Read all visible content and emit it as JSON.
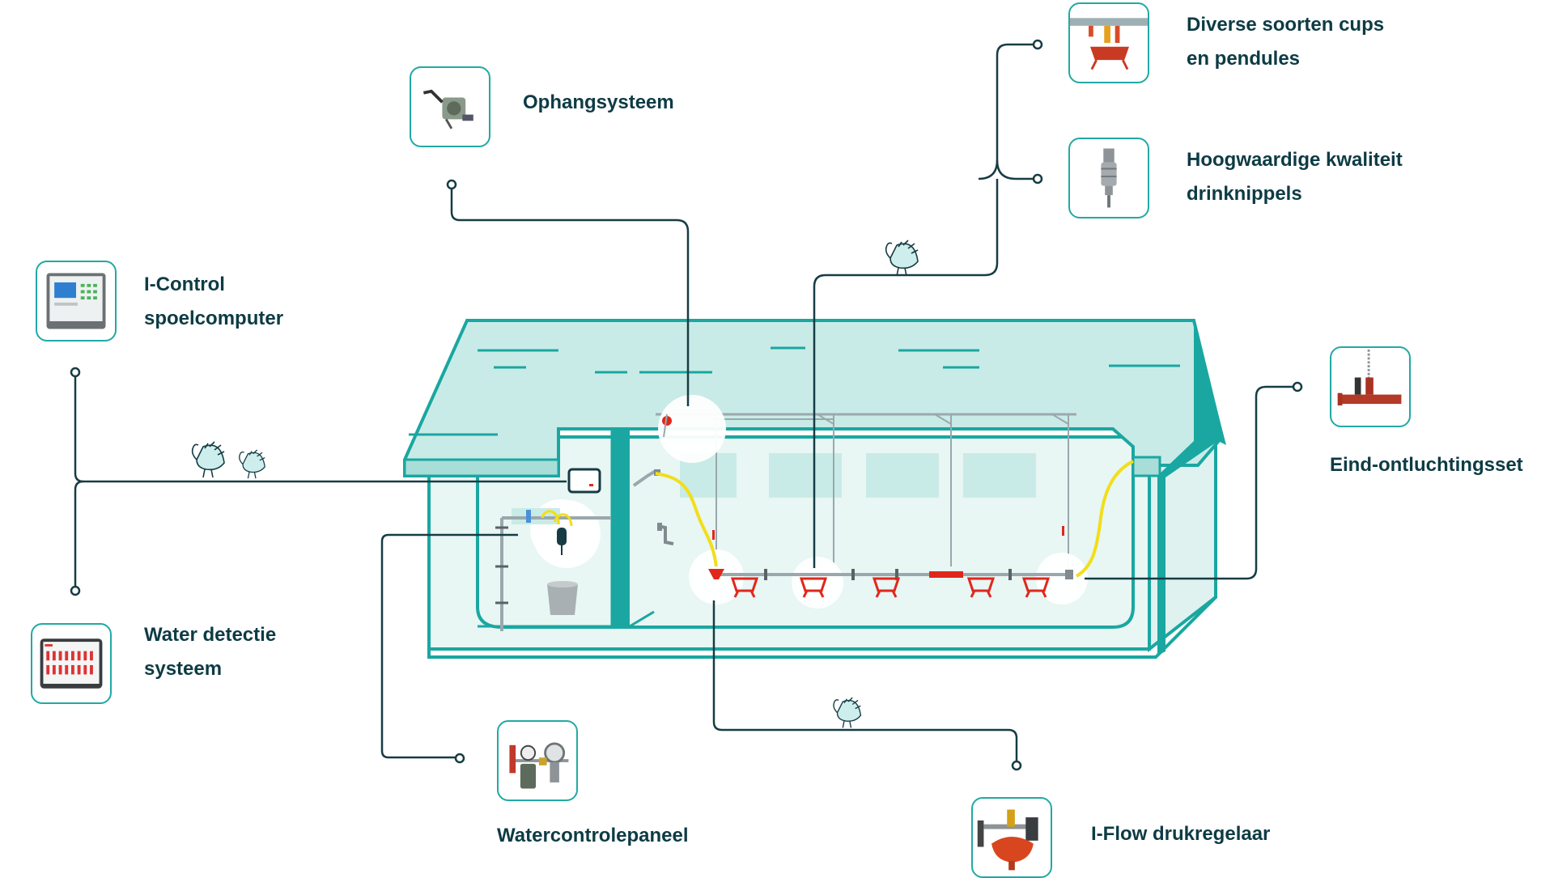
{
  "colors": {
    "teal": "#1aa7a1",
    "teal_light": "#dff2f0",
    "line": "#163c44",
    "text": "#0d3b44",
    "red": "#e0271c",
    "yellow": "#f2de1a"
  },
  "components": [
    {
      "id": "ophangsysteem",
      "label_lines": [
        "Ophangsysteem"
      ],
      "icon": "winch-icon"
    },
    {
      "id": "cups",
      "label_lines": [
        "Diverse soorten cups",
        "en pendules"
      ],
      "icon": "cups-icon"
    },
    {
      "id": "nippels",
      "label_lines": [
        "Hoogwaardige kwaliteit",
        "drinknippels"
      ],
      "icon": "nipple-icon"
    },
    {
      "id": "icontrol",
      "label_lines": [
        "I-Control",
        "spoelcomputer"
      ],
      "icon": "controller-icon"
    },
    {
      "id": "ontluchting",
      "label_lines": [
        "Eind-ontluchtingsset"
      ],
      "icon": "vent-icon"
    },
    {
      "id": "waterdetectie",
      "label_lines": [
        "Water detectie",
        "systeem"
      ],
      "icon": "tablet-icon"
    },
    {
      "id": "watercontrole",
      "label_lines": [
        "Watercontrolepaneel"
      ],
      "icon": "water-panel-icon"
    },
    {
      "id": "iflow",
      "label_lines": [
        "I-Flow drukregelaar"
      ],
      "icon": "regulator-icon"
    }
  ]
}
